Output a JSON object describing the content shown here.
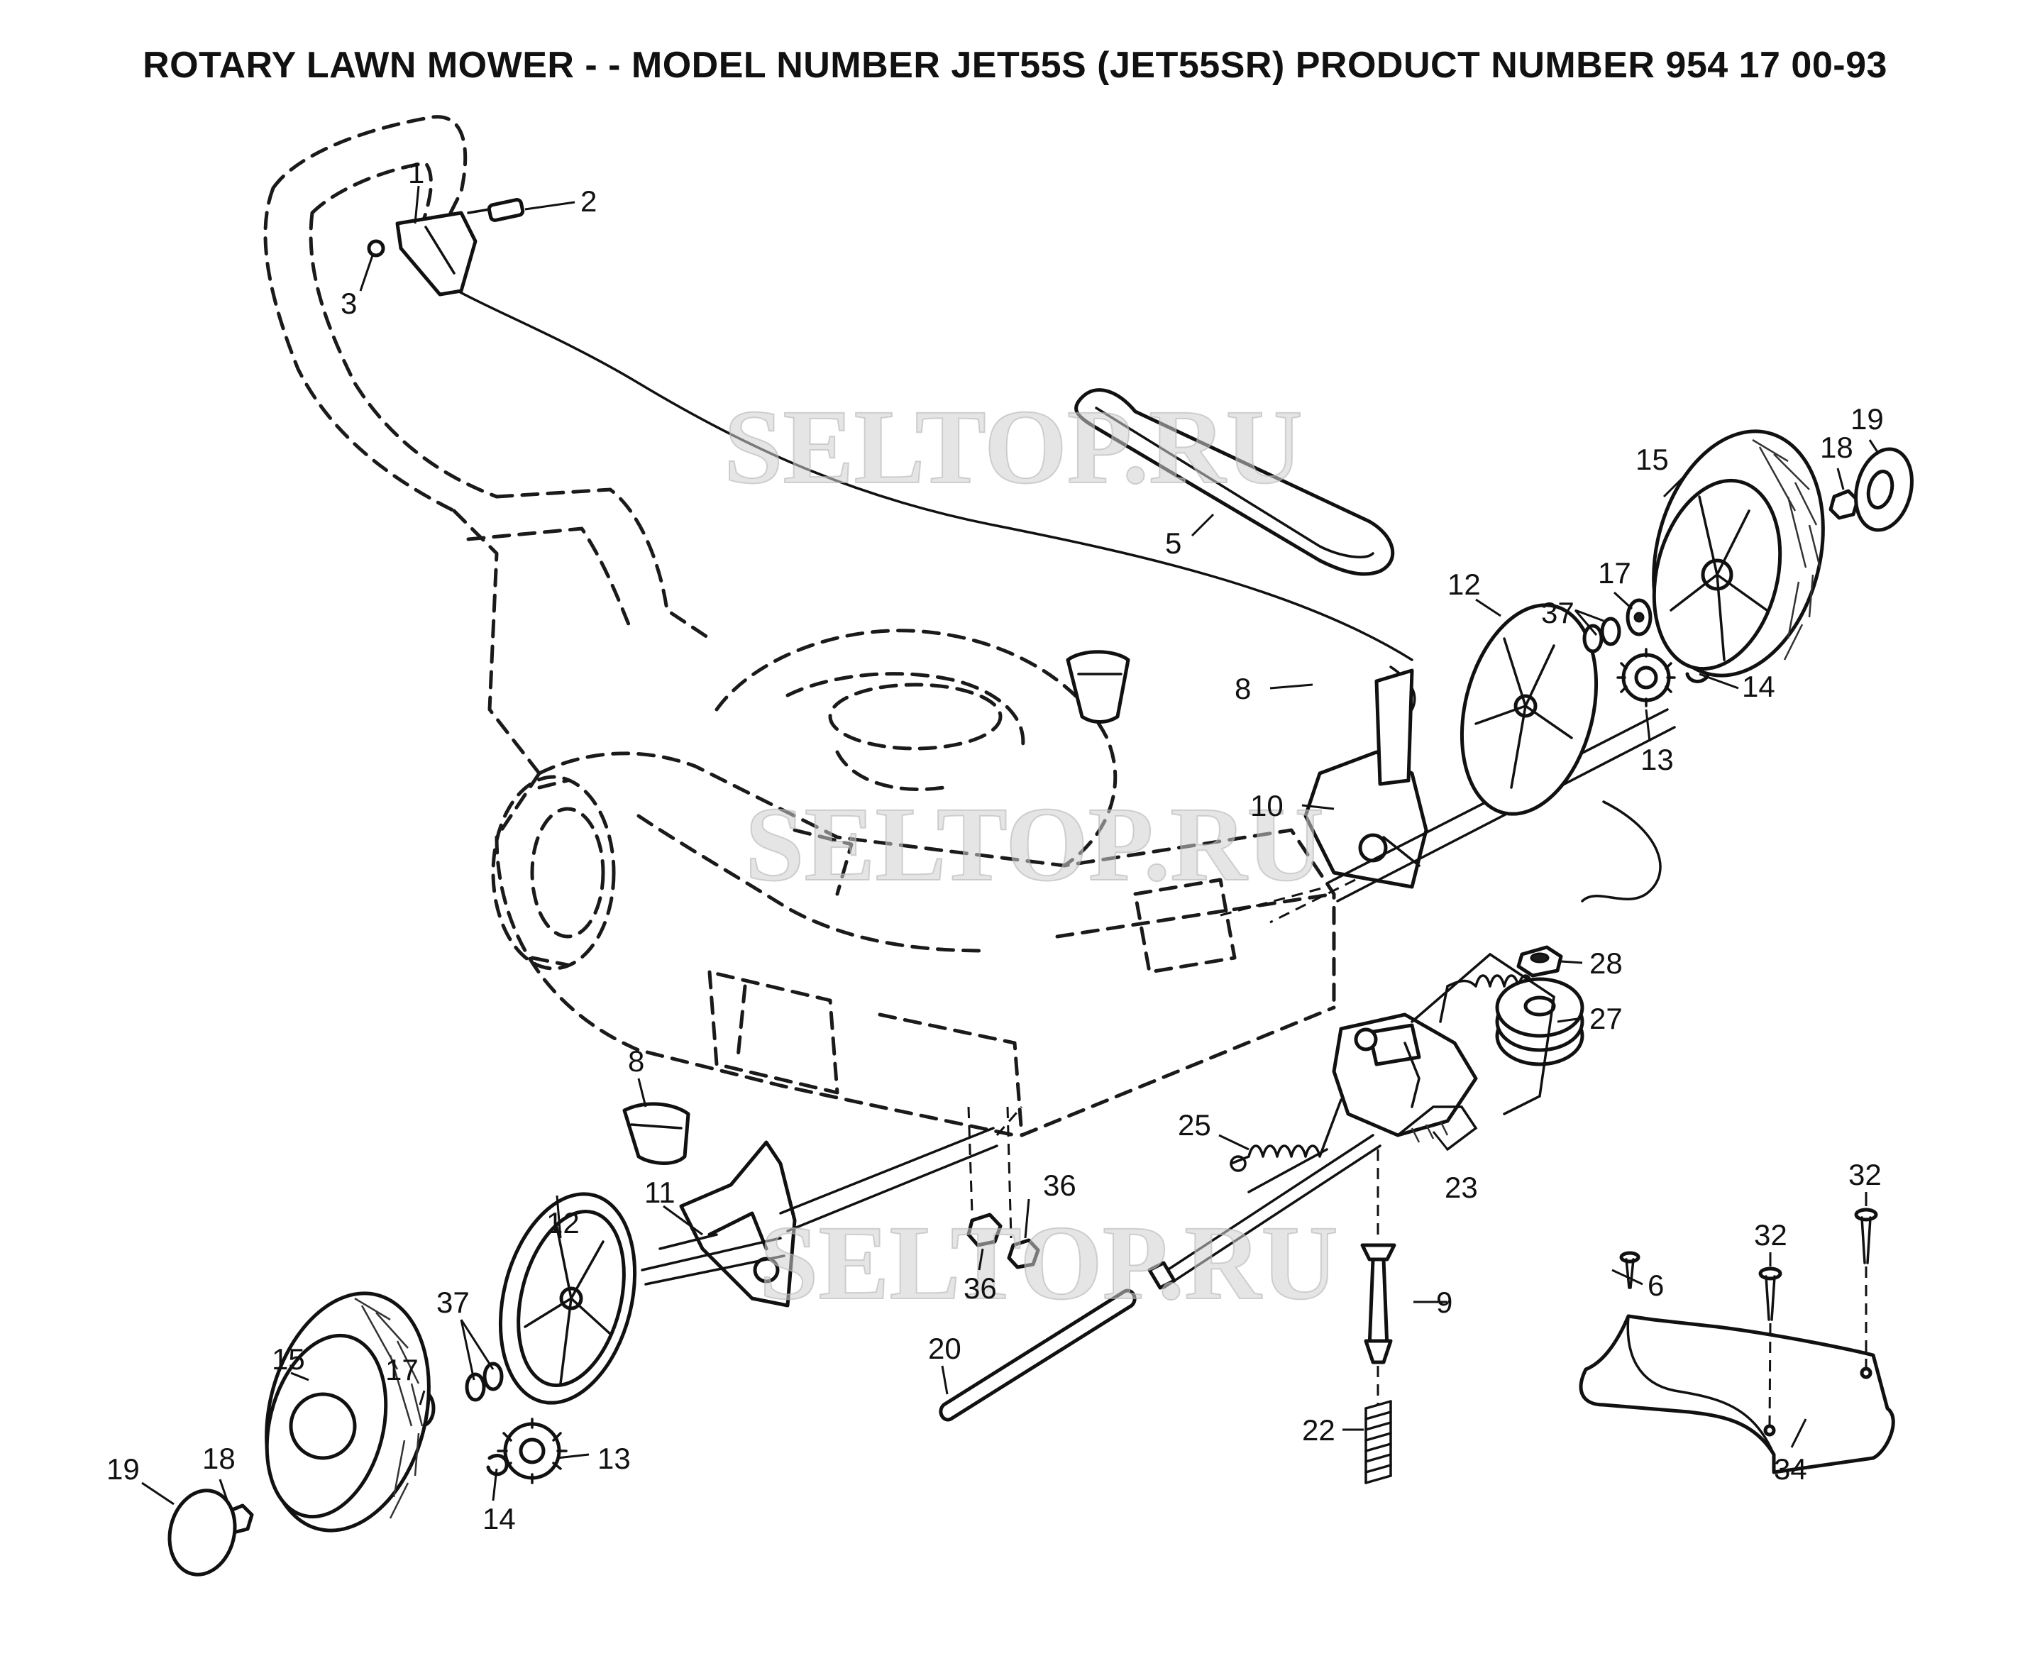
{
  "title": "ROTARY LAWN MOWER - - MODEL NUMBER JET55S (JET55SR) PRODUCT NUMBER 954 17 00-93",
  "watermark": "SELTOP.RU",
  "callouts": [
    {
      "id": "c1",
      "label": "1"
    },
    {
      "id": "c2",
      "label": "2"
    },
    {
      "id": "c3",
      "label": "3"
    },
    {
      "id": "c5",
      "label": "5"
    },
    {
      "id": "c6",
      "label": "6"
    },
    {
      "id": "c8a",
      "label": "8"
    },
    {
      "id": "c8b",
      "label": "8"
    },
    {
      "id": "c9",
      "label": "9"
    },
    {
      "id": "c10",
      "label": "10"
    },
    {
      "id": "c11",
      "label": "11"
    },
    {
      "id": "c12a",
      "label": "12"
    },
    {
      "id": "c12b",
      "label": "12"
    },
    {
      "id": "c13a",
      "label": "13"
    },
    {
      "id": "c13b",
      "label": "13"
    },
    {
      "id": "c14a",
      "label": "14"
    },
    {
      "id": "c14b",
      "label": "14"
    },
    {
      "id": "c15a",
      "label": "15"
    },
    {
      "id": "c15b",
      "label": "15"
    },
    {
      "id": "c17a",
      "label": "17"
    },
    {
      "id": "c17b",
      "label": "17"
    },
    {
      "id": "c18a",
      "label": "18"
    },
    {
      "id": "c18b",
      "label": "18"
    },
    {
      "id": "c19a",
      "label": "19"
    },
    {
      "id": "c19b",
      "label": "19"
    },
    {
      "id": "c20",
      "label": "20"
    },
    {
      "id": "c22",
      "label": "22"
    },
    {
      "id": "c23",
      "label": "23"
    },
    {
      "id": "c25",
      "label": "25"
    },
    {
      "id": "c27",
      "label": "27"
    },
    {
      "id": "c28",
      "label": "28"
    },
    {
      "id": "c32a",
      "label": "32"
    },
    {
      "id": "c32b",
      "label": "32"
    },
    {
      "id": "c34",
      "label": "34"
    },
    {
      "id": "c36a",
      "label": "36"
    },
    {
      "id": "c36b",
      "label": "36"
    },
    {
      "id": "c37a",
      "label": "37"
    },
    {
      "id": "c37b",
      "label": "37"
    }
  ]
}
